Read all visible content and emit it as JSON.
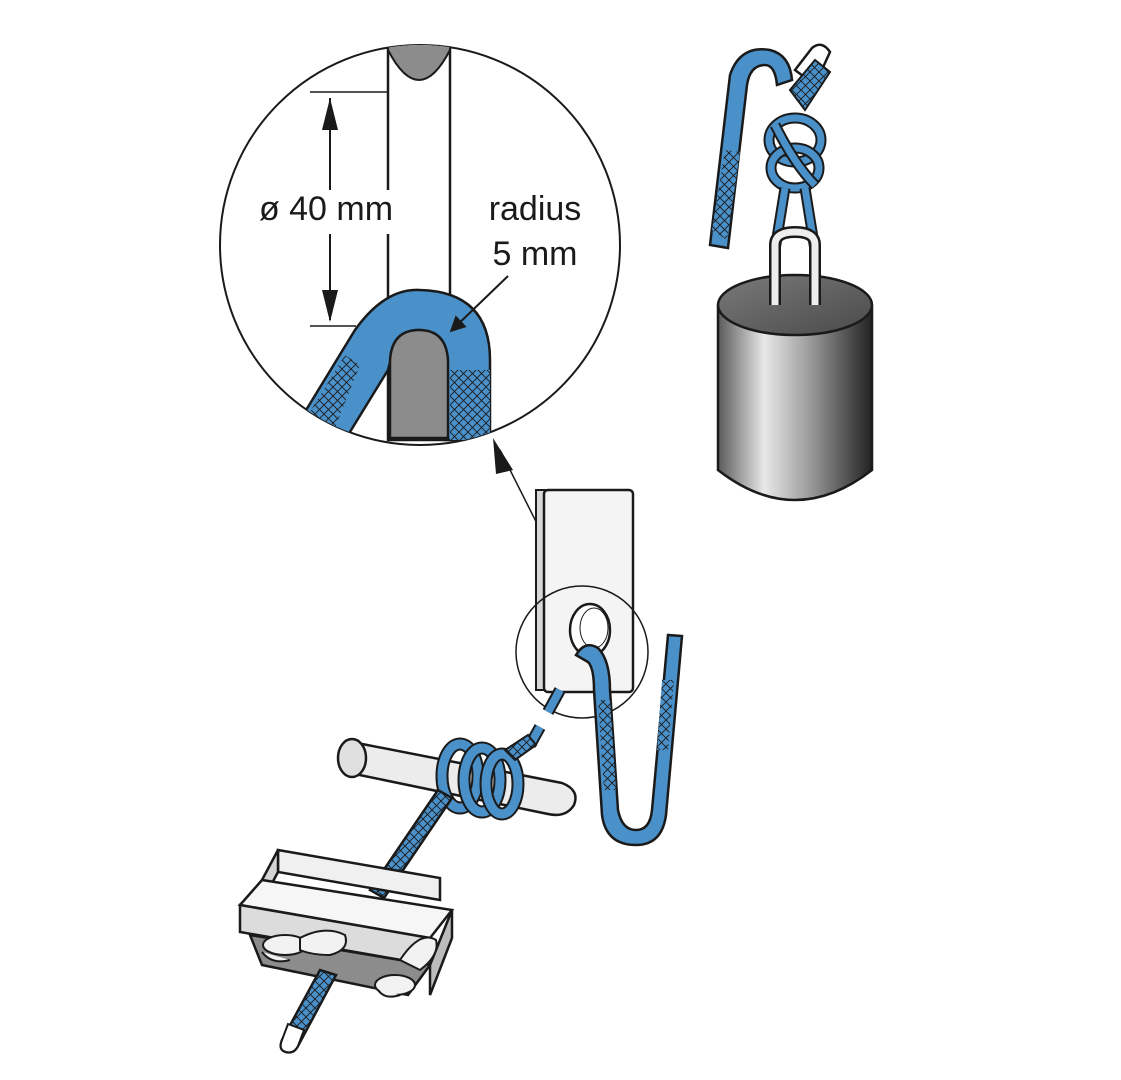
{
  "labels": {
    "diameter": "ø 40 mm",
    "radius_line1": "radius",
    "radius_line2": "5 mm"
  },
  "colors": {
    "rope": "#4a90c9",
    "outline": "#1a1a1a",
    "metal": "#e8e8e8",
    "pin": "#8c8c8c",
    "weight_dark": "#2a2a2a",
    "weight_light": "#e6e6e6"
  },
  "icons": [
    "magnifier-circle",
    "arrow-up",
    "figure-eight-knot",
    "drop-weight",
    "rope-clamp",
    "anchor-bar"
  ]
}
